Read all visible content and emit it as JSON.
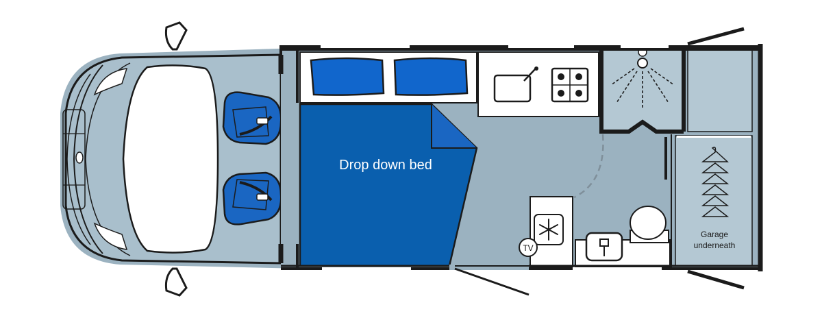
{
  "labels": {
    "bed": "Drop down bed",
    "garage_line1": "Garage",
    "garage_line2": "underneath",
    "tv": "TV"
  },
  "colors": {
    "outline": "#1b1b1b",
    "floor": "#9bb2c0",
    "cab_floor": "#a9bfcc",
    "garage": "#b4c8d3",
    "bed": "#0a5fae",
    "cushion": "#1166cc",
    "seat": "#1a66c2",
    "counter": "#ffffff"
  }
}
